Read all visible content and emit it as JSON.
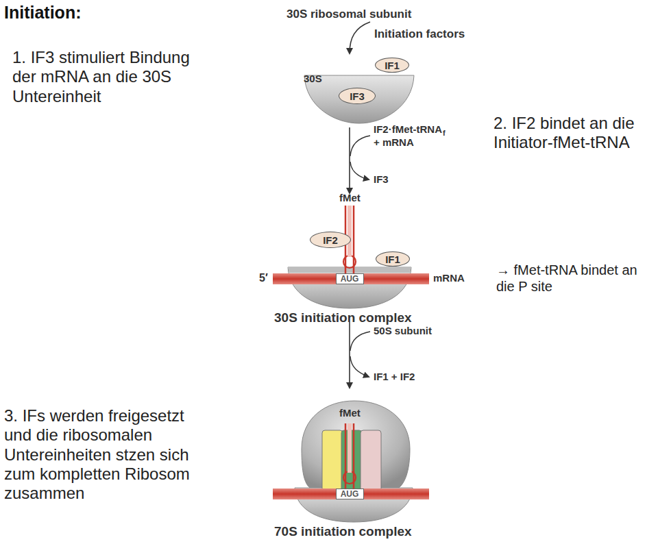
{
  "diagram": {
    "title": "Initiation:",
    "nodes": [
      {
        "text": [
          "30S"
        ]
      },
      {
        "text": [
          "IF3"
        ],
        "in": 0
      },
      {
        "text": [
          "IF1"
        ]
      },
      {
        "text": [
          "IF2"
        ]
      },
      {
        "text": [
          "IF1"
        ]
      },
      {
        "text": [
          "AUG"
        ]
      },
      {
        "text": [
          "AUG"
        ]
      }
    ],
    "labels": [
      "1. IF3 stimuliert Bindung der mRNA an die 30S Untereinheit",
      "2. IF2 bindet an die Initiator-fMet-tRNA",
      "→ fMet-tRNA bindet an die P site",
      "3. IFs werden freigesetzt und die ribosomalen Untereinheiten stzen sich zum kompletten Ribosom zusammen",
      "30S ribosomal subunit",
      "Initiation factors",
      "IF2·fMet-tRNA",
      "f",
      "+ mRNA",
      "IF3",
      "fMet",
      "5′",
      "mRNA",
      "30S initiation complex",
      "50S subunit",
      "IF1 + IF2",
      "fMet",
      "70S initiation complex"
    ]
  }
}
